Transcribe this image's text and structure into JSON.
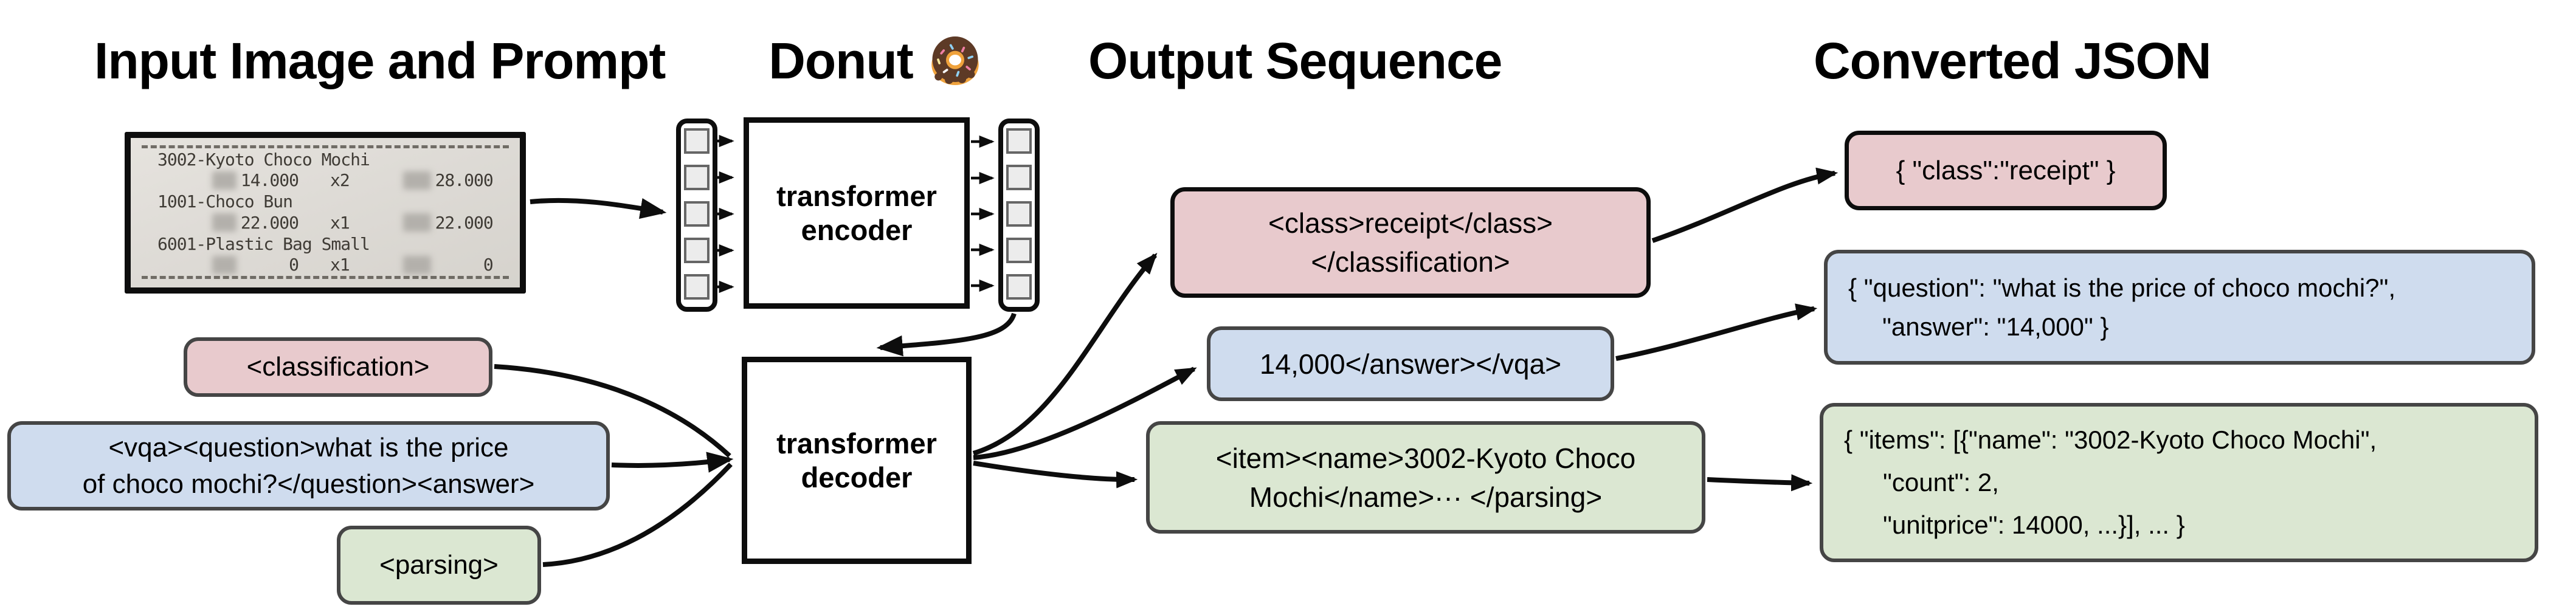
{
  "headings": {
    "input": "Input Image and Prompt",
    "model": "Donut",
    "output": "Output Sequence",
    "json": "Converted JSON"
  },
  "receipt": {
    "line1_name": "3002-Kyoto Choco Mochi",
    "line1_price": "14.000",
    "line1_qty": "x2",
    "line1_total": "28.000",
    "line2_name": "1001-Choco Bun",
    "line2_price": "22.000",
    "line2_qty": "x1",
    "line2_total": "22.000",
    "line3_name": "6001-Plastic Bag Small",
    "line3_price": "0",
    "line3_qty": "x1",
    "line3_total": "0"
  },
  "model": {
    "encoder_line1": "transformer",
    "encoder_line2": "encoder",
    "decoder_line1": "transformer",
    "decoder_line2": "decoder"
  },
  "prompts": {
    "classification": "<classification>",
    "vqa_line1": "<vqa><question>what is the price",
    "vqa_line2": "of choco mochi?</question><answer>",
    "parsing": "<parsing>"
  },
  "outputs": {
    "classification_line1": "<class>receipt</class>",
    "classification_line2": "</classification>",
    "vqa": "14,000</answer></vqa>",
    "parsing_line1": "<item><name>3002-Kyoto Choco",
    "parsing_line2": "Mochi</name>··· </parsing>"
  },
  "converted_json": {
    "classification": "{ \"class\":\"receipt\" }",
    "vqa_line1": "{ \"question\": \"what is the price of choco mochi?\",",
    "vqa_line2": "\"answer\": \"14,000\" }",
    "parsing_line1": "{ \"items\": [{\"name\": \"3002-Kyoto Choco Mochi\",",
    "parsing_line2": "\"count\": 2,",
    "parsing_line3": "\"unitprice\": 14000, ...}], ... }"
  },
  "colors": {
    "classification_fill": "#e8cacd",
    "vqa_fill": "#cfdcee",
    "parsing_fill": "#dbe7d2",
    "box_border": "#454545",
    "arrow": "#0d0d0d"
  }
}
